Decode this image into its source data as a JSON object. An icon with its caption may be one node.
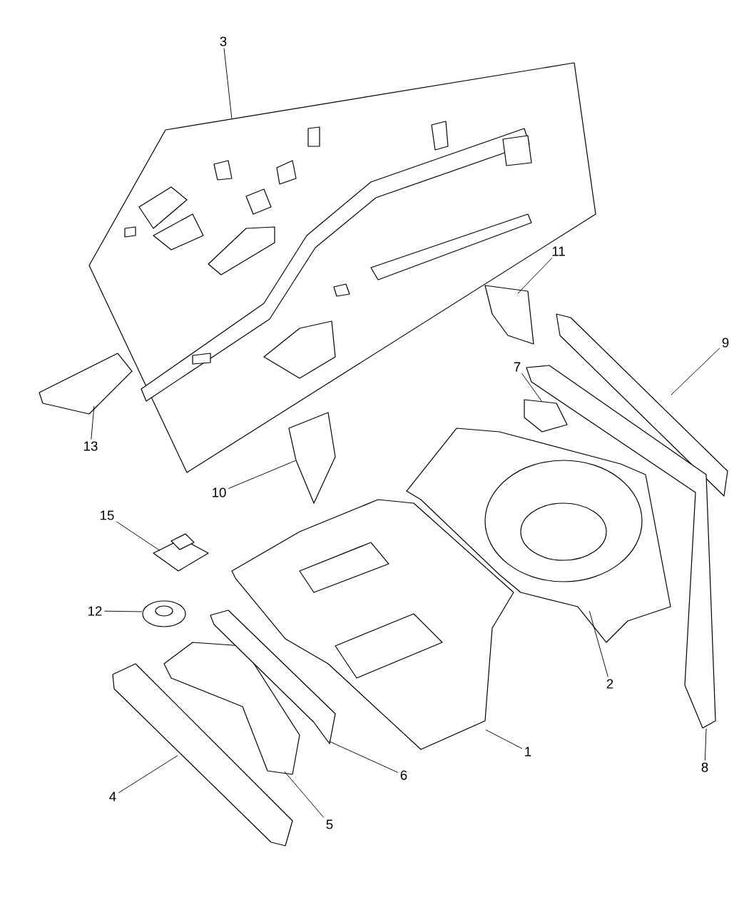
{
  "diagram": {
    "nodes": [
      {
        "text": [
          "3"
        ]
      },
      {
        "text": [],
        "shape": "picture"
      },
      {
        "text": [
          "11"
        ]
      },
      {
        "text": [],
        "shape": "picture"
      },
      {
        "text": [
          "9"
        ]
      },
      {
        "text": [],
        "shape": "picture"
      },
      {
        "text": [
          "7"
        ]
      },
      {
        "text": [],
        "shape": "picture"
      },
      {
        "text": [
          "13"
        ]
      },
      {
        "text": [],
        "shape": "picture"
      },
      {
        "text": [
          "10"
        ]
      },
      {
        "text": [],
        "shape": "picture"
      },
      {
        "text": [
          "15"
        ]
      },
      {
        "text": [],
        "shape": "picture"
      },
      {
        "text": [
          "12"
        ]
      },
      {
        "text": [],
        "shape": "picture"
      },
      {
        "text": [
          "2"
        ]
      },
      {
        "text": [],
        "shape": "picture"
      },
      {
        "text": [
          "8"
        ]
      },
      {
        "text": [],
        "shape": "picture"
      },
      {
        "text": [
          "1"
        ]
      },
      {
        "text": [],
        "shape": "picture"
      },
      {
        "text": [
          "6"
        ]
      },
      {
        "text": [],
        "shape": "picture"
      },
      {
        "text": [
          "5"
        ]
      },
      {
        "text": [],
        "shape": "picture"
      },
      {
        "text": [
          "4"
        ]
      },
      {
        "text": [],
        "shape": "picture"
      }
    ],
    "edges": [
      {
        "from": 0,
        "to": 1,
        "arrow": "none"
      },
      {
        "from": 2,
        "to": 3,
        "arrow": "none"
      },
      {
        "from": 4,
        "to": 5,
        "arrow": "none"
      },
      {
        "from": 6,
        "to": 7,
        "arrow": "none"
      },
      {
        "from": 8,
        "to": 9,
        "arrow": "none"
      },
      {
        "from": 10,
        "to": 11,
        "arrow": "none"
      },
      {
        "from": 12,
        "to": 13,
        "arrow": "none"
      },
      {
        "from": 14,
        "to": 15,
        "arrow": "none"
      },
      {
        "from": 16,
        "to": 17,
        "arrow": "none"
      },
      {
        "from": 18,
        "to": 19,
        "arrow": "none"
      },
      {
        "from": 20,
        "to": 21,
        "arrow": "none"
      },
      {
        "from": 22,
        "to": 23,
        "arrow": "none"
      },
      {
        "from": 24,
        "to": 25,
        "arrow": "none"
      },
      {
        "from": 26,
        "to": 27,
        "arrow": "none"
      }
    ]
  }
}
